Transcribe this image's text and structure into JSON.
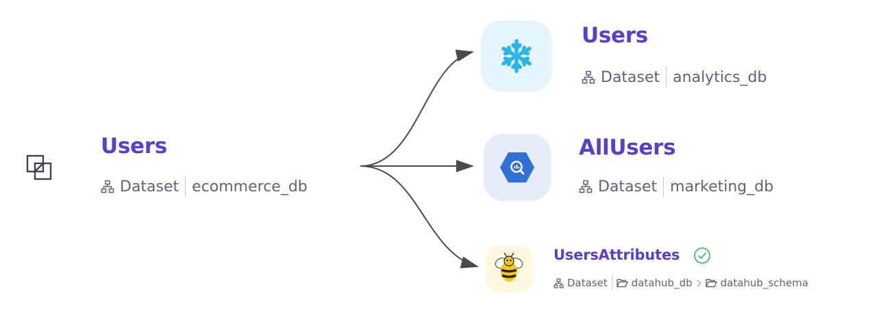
{
  "source": {
    "title": "Users",
    "type_label": "Dataset",
    "database": "ecommerce_db",
    "icon": "dataset-square-icon"
  },
  "targets": [
    {
      "title": "Users",
      "type_label": "Dataset",
      "database": "analytics_db",
      "platform_icon": "snowflake-icon",
      "tile_color": "#e6f5fc"
    },
    {
      "title": "AllUsers",
      "type_label": "Dataset",
      "database": "marketing_db",
      "platform_icon": "bigquery-icon",
      "tile_color": "#e6edf8"
    },
    {
      "title": "UsersAttributes",
      "type_label": "Dataset",
      "database": "datahub_db",
      "schema": "datahub_schema",
      "platform_icon": "hive-bee-icon",
      "tile_color": "#fdf9df",
      "status_icon": "check-circle-icon"
    }
  ],
  "colors": {
    "title": "#5a3fc9",
    "meta_text": "#5d6477",
    "edge": "#4a4a4a",
    "verified": "#3dbb6a"
  }
}
